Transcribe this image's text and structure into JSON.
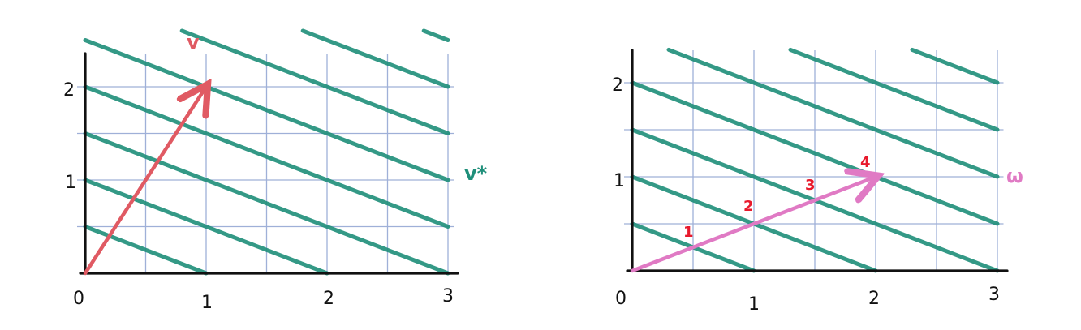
{
  "colors": {
    "grid": "#9fb0d8",
    "axis": "#111111",
    "covector": "#1f8f7a",
    "vector_v": "#e05a63",
    "vector_w": "#e07ac4",
    "count": "#e8192c"
  },
  "panels": [
    {
      "x_ticks": [
        "0",
        "1",
        "2",
        "3"
      ],
      "y_ticks": [
        "1",
        "2"
      ],
      "vector": {
        "name": "v",
        "to": [
          1,
          2
        ]
      },
      "covector_label": "v*",
      "count_labels": []
    },
    {
      "x_ticks": [
        "0",
        "1",
        "2",
        "3"
      ],
      "y_ticks": [
        "1",
        "2"
      ],
      "vector": {
        "name": "ω",
        "to": [
          2,
          1
        ]
      },
      "covector_label": "",
      "count_labels": [
        "1",
        "2",
        "3",
        "4"
      ]
    }
  ]
}
